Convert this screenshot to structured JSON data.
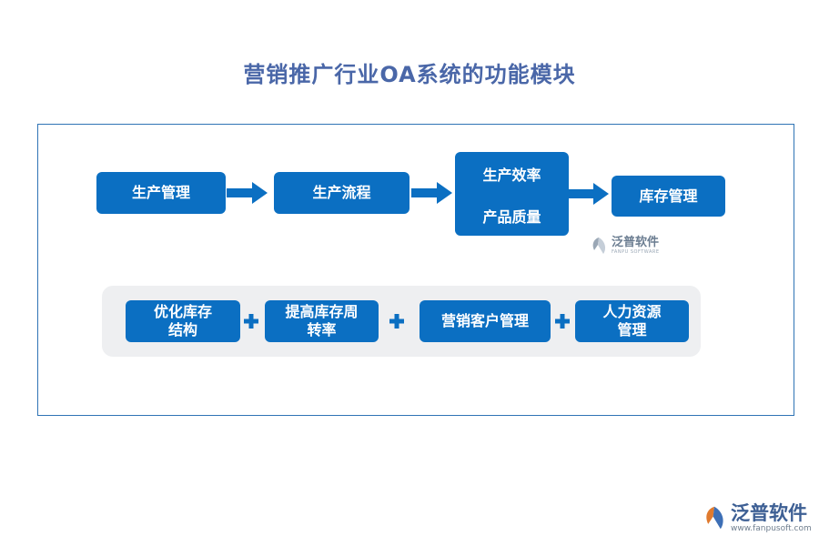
{
  "title": "营销推广行业OA系统的功能模块",
  "flow": {
    "step1": "生产管理",
    "step2": "生产流程",
    "step3_top": "生产效率",
    "step3_bottom": "产品质量",
    "step4": "库存管理"
  },
  "modules": {
    "m1": {
      "line1": "优化库存",
      "line2": "结构"
    },
    "m2": {
      "line1": "提高库存周",
      "line2": "转率"
    },
    "m3": {
      "line1": "营销客户管理"
    },
    "m4": {
      "line1": "人力资源",
      "line2": "管理"
    }
  },
  "watermark": {
    "center_cn": "泛普软件",
    "center_en": "FANPU SOFTWARE",
    "corner_cn": "泛普软件",
    "corner_url": "www.fanpusoft.com"
  },
  "colors": {
    "title": "#4a67a8",
    "box": "#0b6fc2",
    "frame": "#2f74b5",
    "panel": "#eeeff1"
  }
}
